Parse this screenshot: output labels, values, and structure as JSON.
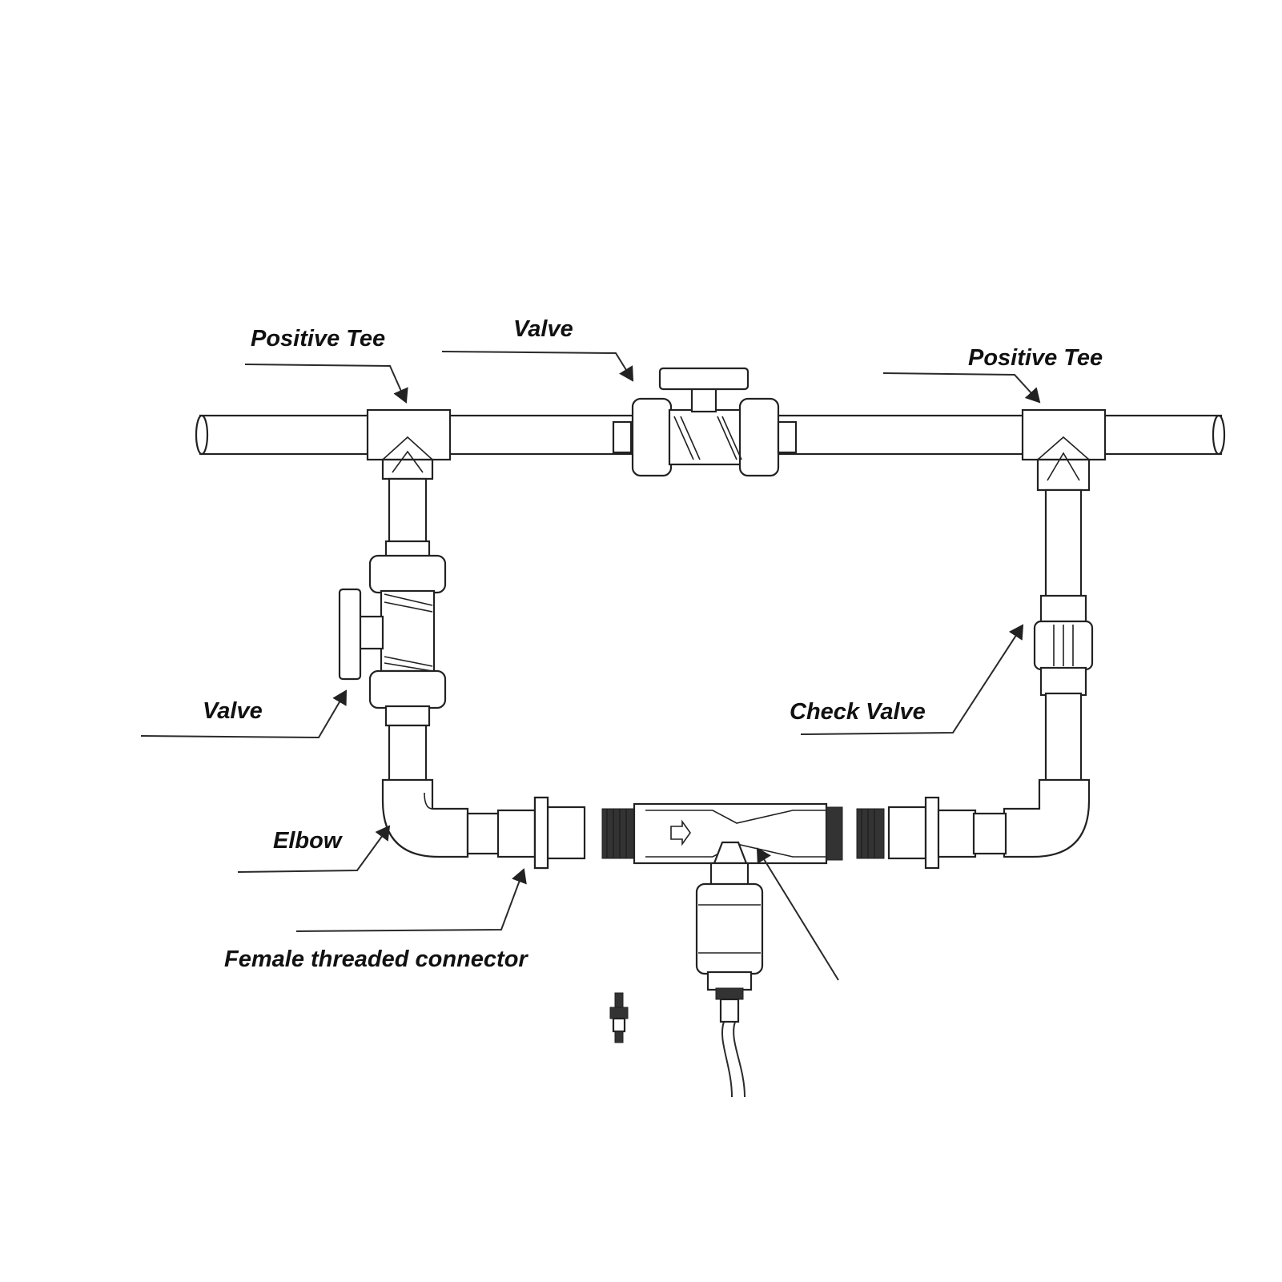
{
  "labels": {
    "positive_tee_left": "Positive Tee",
    "valve_top": "Valve",
    "positive_tee_right": "Positive Tee",
    "valve_left": "Valve",
    "check_valve": "Check Valve",
    "elbow": "Elbow",
    "female_connector": "Female threaded connector"
  },
  "colors": {
    "line": "#222222",
    "background": "#ffffff",
    "text": "#111111"
  }
}
